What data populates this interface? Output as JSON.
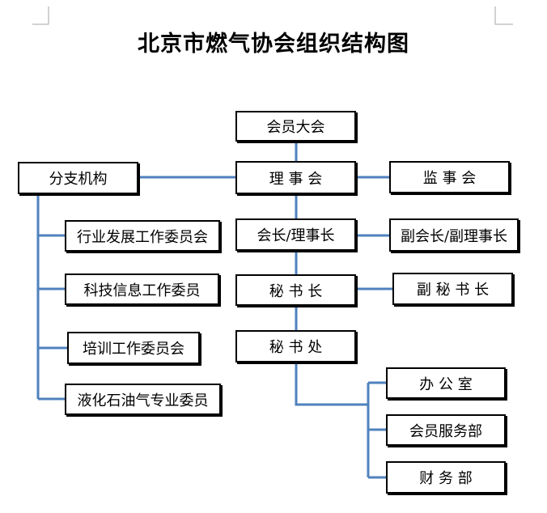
{
  "diagram": {
    "title": "北京市燃气协会组织结构图",
    "nodes": {
      "assembly": "会员大会",
      "council": "理 事 会",
      "supervisors": "监 事 会",
      "branches": "分支机构",
      "president": "会长/理事长",
      "vice_president": "副会长/副理事长",
      "secretary_general": "秘 书 长",
      "deputy_secretary_general": "副 秘 书 长",
      "secretariat": "秘 书 处"
    },
    "branch_committees": [
      "行业发展工作委员会",
      "科技信息工作委员",
      "培训工作委员会",
      "液化石油气专业委员"
    ],
    "secretariat_departments": [
      "办 公 室",
      "会员服务部",
      "财 务 部"
    ],
    "colors": {
      "connector": "#4F81BD",
      "border": "#000000",
      "corner_marks": "#A6A6A6"
    }
  }
}
